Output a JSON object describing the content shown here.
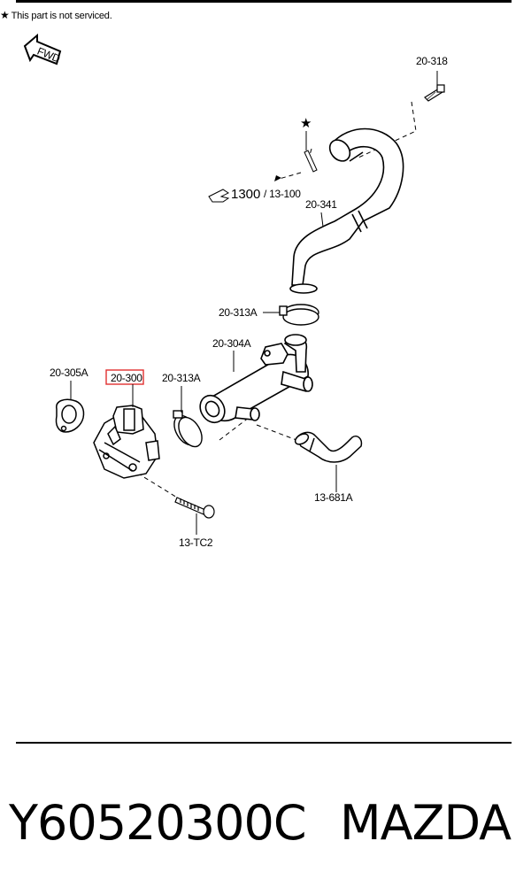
{
  "note": {
    "star": "★",
    "text": "This part is not serviced."
  },
  "fwd_badge": "FWD",
  "star_marker": "★",
  "callouts": {
    "c_20_318": "20-318",
    "c_1300": "1300",
    "c_13_100": "/ 13-100",
    "c_20_341": "20-341",
    "c_20_313a_top": "20-313A",
    "c_20_304a": "20-304A",
    "c_20_305a": "20-305A",
    "c_20_300": "20-300",
    "c_20_313a_low": "20-313A",
    "c_13_681a": "13-681A",
    "c_13_tc2": "13-TC2"
  },
  "highlight_color": "#e03030",
  "footer": {
    "part_number": "Y60520300C",
    "brand": "MAZDA"
  }
}
